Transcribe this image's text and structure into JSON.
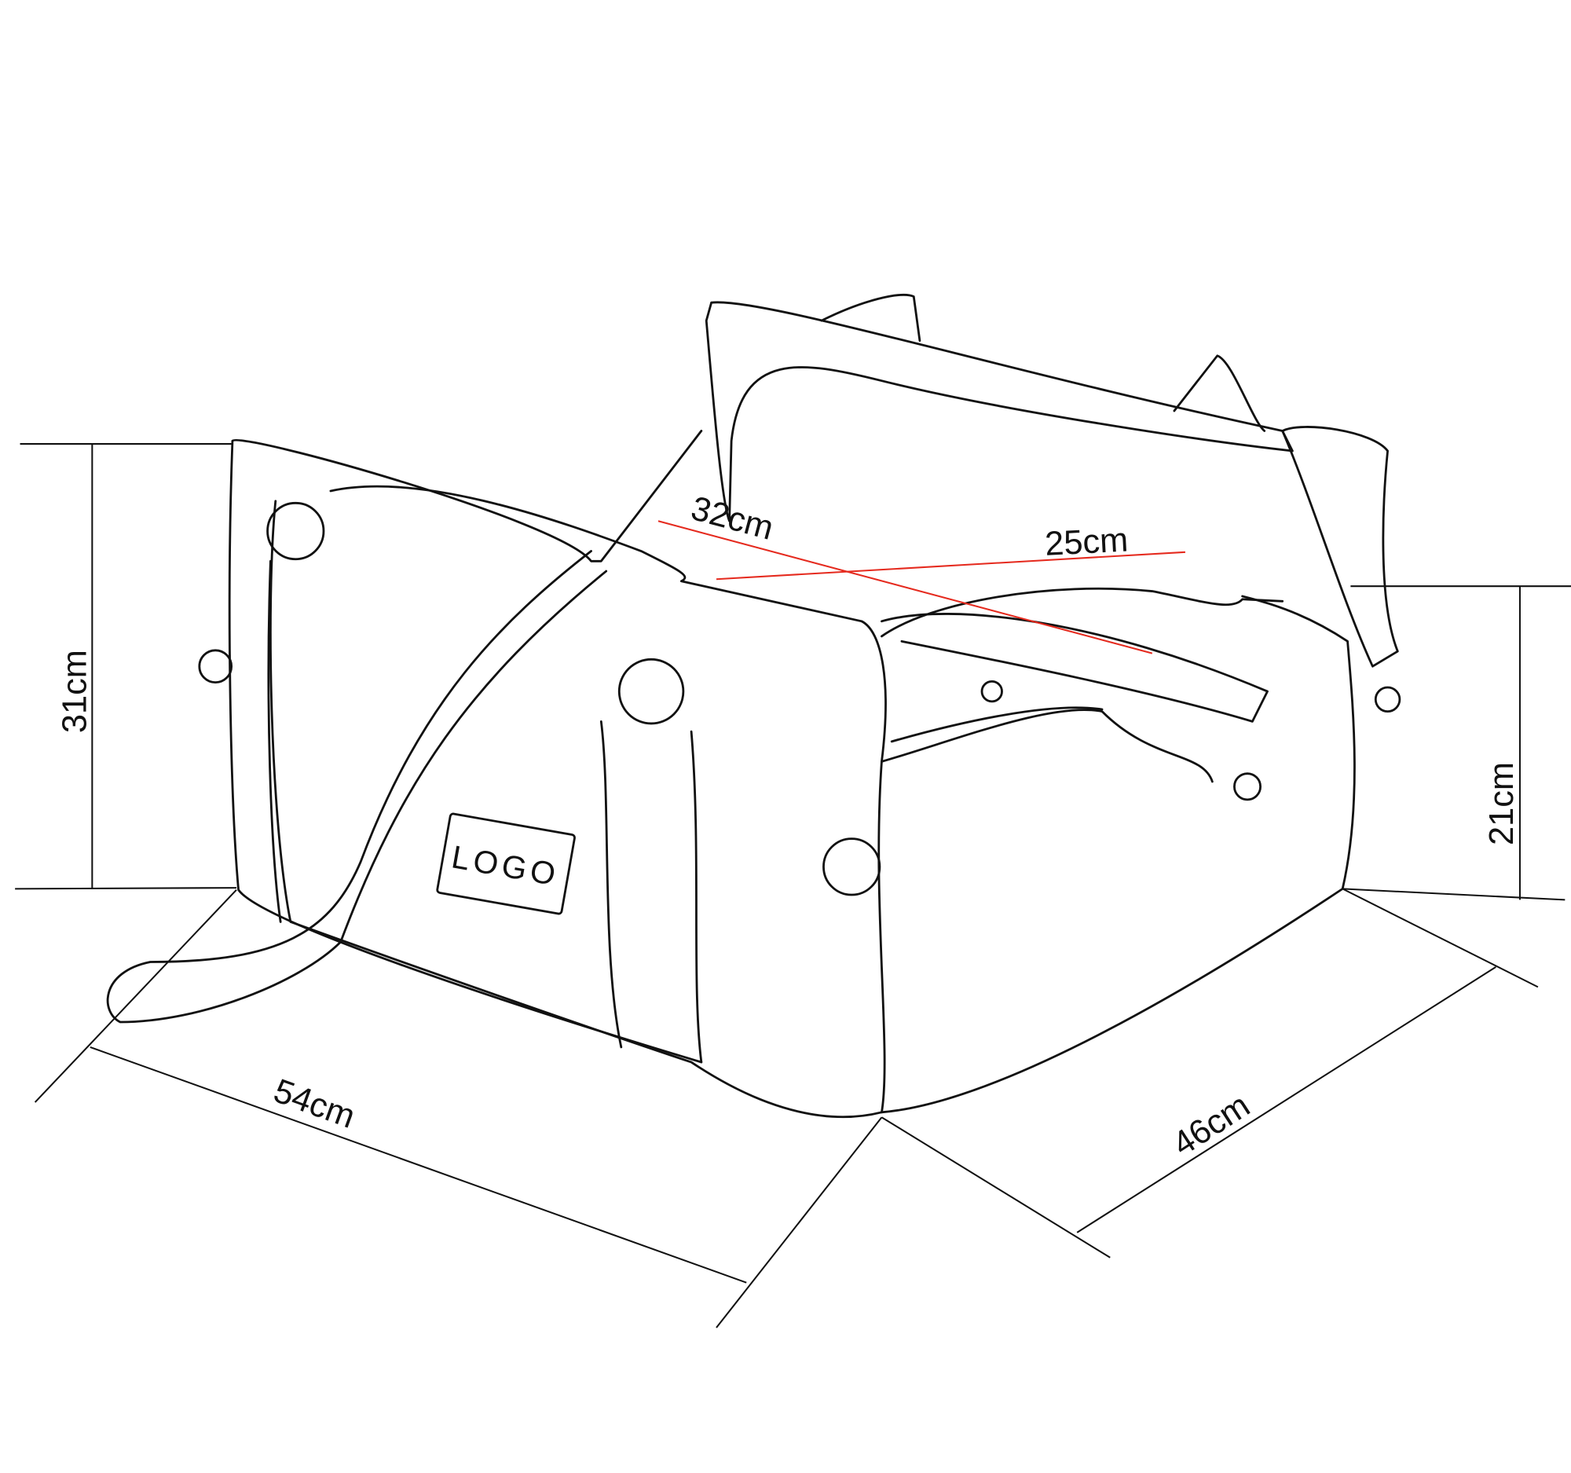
{
  "dimensions": {
    "height_left": "31cm",
    "height_right": "21cm",
    "length": "54cm",
    "width": "46cm",
    "inner_length": "32cm",
    "inner_width": "25cm"
  },
  "product": {
    "logo_text": "LOGO"
  },
  "colors": {
    "outline": "#111111",
    "inner_dimension_lines": "#e52a1e"
  }
}
